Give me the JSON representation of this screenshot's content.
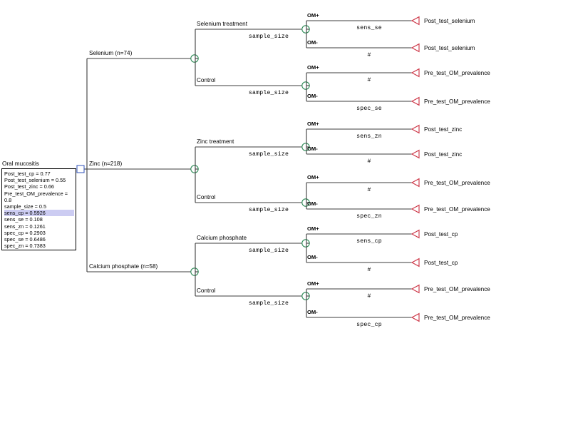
{
  "diagram": {
    "type": "decision-tree",
    "root": {
      "name": "Oral mucositis",
      "node_shape": "decision-square",
      "node_color": "#3f5fbf",
      "variables": [
        {
          "text": "Post_test_cp = 0.77",
          "highlighted": false
        },
        {
          "text": "Post_test_selenium = 0.55",
          "highlighted": false
        },
        {
          "text": "Post_test_zinc = 0.66",
          "highlighted": false
        },
        {
          "text": "Pre_test_OM_prevalence = 0.8",
          "highlighted": false
        },
        {
          "text": "sample_size = 0.5",
          "highlighted": false
        },
        {
          "text": "sens_cp = 0.5926",
          "highlighted": true
        },
        {
          "text": "sens_se = 0.108",
          "highlighted": false
        },
        {
          "text": "sens_zn = 0.1261",
          "highlighted": false
        },
        {
          "text": "spec_cp = 0.2903",
          "highlighted": false
        },
        {
          "text": "spec_se = 0.6486",
          "highlighted": false
        },
        {
          "text": "spec_zn = 0.7383",
          "highlighted": false
        }
      ]
    },
    "colors": {
      "chance_node": "#2e8b57",
      "decision_node": "#3f5fbf",
      "terminal_node": "#cc3344",
      "line": "#3d3d3d",
      "highlight": "#ccccf2",
      "text": "#000000",
      "background": "#ffffff"
    },
    "state_labels": {
      "positive": "OM+",
      "negative": "OM-"
    },
    "branches": [
      {
        "id": "selenium",
        "label": "Selenium (n=74)",
        "arms": [
          {
            "id": "selenium-treatment",
            "label": "Selenium treatment",
            "prob": "sample_size",
            "outcomes": [
              {
                "state": "OM+",
                "prob": "sens_se",
                "payoff": "Post_test_selenium"
              },
              {
                "state": "OM-",
                "prob": "#",
                "payoff": "Post_test_selenium"
              }
            ]
          },
          {
            "id": "selenium-control",
            "label": "Control",
            "prob": "sample_size",
            "outcomes": [
              {
                "state": "OM+",
                "prob": "#",
                "payoff": "Pre_test_OM_prevalence"
              },
              {
                "state": "OM-",
                "prob": "spec_se",
                "payoff": "Pre_test_OM_prevalence"
              }
            ]
          }
        ]
      },
      {
        "id": "zinc",
        "label": "Zinc (n=218)",
        "arms": [
          {
            "id": "zinc-treatment",
            "label": "Zinc treatment",
            "prob": "sample_size",
            "outcomes": [
              {
                "state": "OM+",
                "prob": "sens_zn",
                "payoff": "Post_test_zinc"
              },
              {
                "state": "OM-",
                "prob": "#",
                "payoff": "Post_test_zinc"
              }
            ]
          },
          {
            "id": "zinc-control",
            "label": "Control",
            "prob": "sample_size",
            "outcomes": [
              {
                "state": "OM+",
                "prob": "#",
                "payoff": "Pre_test_OM_prevalence"
              },
              {
                "state": "OM-",
                "prob": "spec_zn",
                "payoff": "Pre_test_OM_prevalence"
              }
            ]
          }
        ]
      },
      {
        "id": "calcium-phosphate",
        "label": "Calcium phosphate (n=58)",
        "arms": [
          {
            "id": "cp-treatment",
            "label": "Calcium phosphate",
            "prob": "sample_size",
            "outcomes": [
              {
                "state": "OM+",
                "prob": "sens_cp",
                "payoff": "Post_test_cp"
              },
              {
                "state": "OM-",
                "prob": "#",
                "payoff": "Post_test_cp"
              }
            ]
          },
          {
            "id": "cp-control",
            "label": "Control",
            "prob": "sample_size",
            "outcomes": [
              {
                "state": "OM+",
                "prob": "#",
                "payoff": "Pre_test_OM_prevalence"
              },
              {
                "state": "OM-",
                "prob": "spec_cp",
                "payoff": "Pre_test_OM_prevalence"
              }
            ]
          }
        ]
      }
    ]
  }
}
